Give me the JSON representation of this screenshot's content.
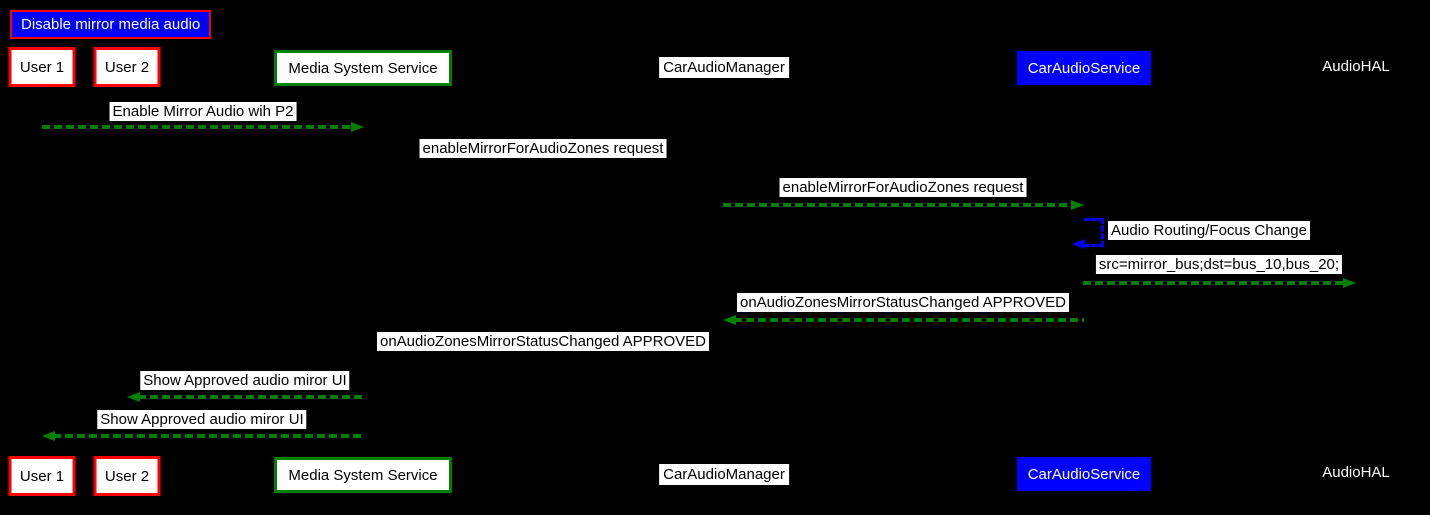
{
  "colors": {
    "background": "#000000",
    "arrow_green": "#008000",
    "self_arrow_blue": "#0000ff",
    "red_border": "#ff0000",
    "title_bg": "#0000ff",
    "label_bg": "#ffffff",
    "label_text": "#000000",
    "light_text": "#ffffff"
  },
  "title": {
    "label": "Disable mirror media audio"
  },
  "participants": [
    {
      "label": "User 1"
    },
    {
      "label": "User 2"
    },
    {
      "label": "Media System Service"
    },
    {
      "label": "CarAudioManager"
    },
    {
      "label": "CarAudioService"
    },
    {
      "label": "AudioHAL"
    }
  ],
  "messages": [
    {
      "label": "Enable Mirror Audio wih P2",
      "from": "User 1",
      "to": "Media System Service",
      "arrow": "green-dashed-right"
    },
    {
      "label": "enableMirrorForAudioZones request",
      "from": "Media System Service",
      "to": "CarAudioManager",
      "arrow": "hidden"
    },
    {
      "label": "enableMirrorForAudioZones request",
      "from": "CarAudioManager",
      "to": "CarAudioService",
      "arrow": "green-dashed-right"
    },
    {
      "label": "Audio Routing/Focus Change",
      "from": "CarAudioService",
      "to": "CarAudioService",
      "arrow": "blue-dashed-self"
    },
    {
      "label": "src=mirror_bus;dst=bus_10,bus_20;",
      "from": "CarAudioService",
      "to": "AudioHAL",
      "arrow": "green-dashed-right"
    },
    {
      "label": "onAudioZonesMirrorStatusChanged APPROVED",
      "from": "CarAudioService",
      "to": "CarAudioManager",
      "arrow": "green-dashed-left"
    },
    {
      "label": "onAudioZonesMirrorStatusChanged APPROVED",
      "from": "CarAudioManager",
      "to": "Media System Service",
      "arrow": "hidden"
    },
    {
      "label": "Show Approved audio miror UI",
      "from": "Media System Service",
      "to": "User 2",
      "arrow": "green-dashed-left"
    },
    {
      "label": "Show Approved audio miror UI",
      "from": "Media System Service",
      "to": "User 1",
      "arrow": "green-dashed-left"
    }
  ]
}
